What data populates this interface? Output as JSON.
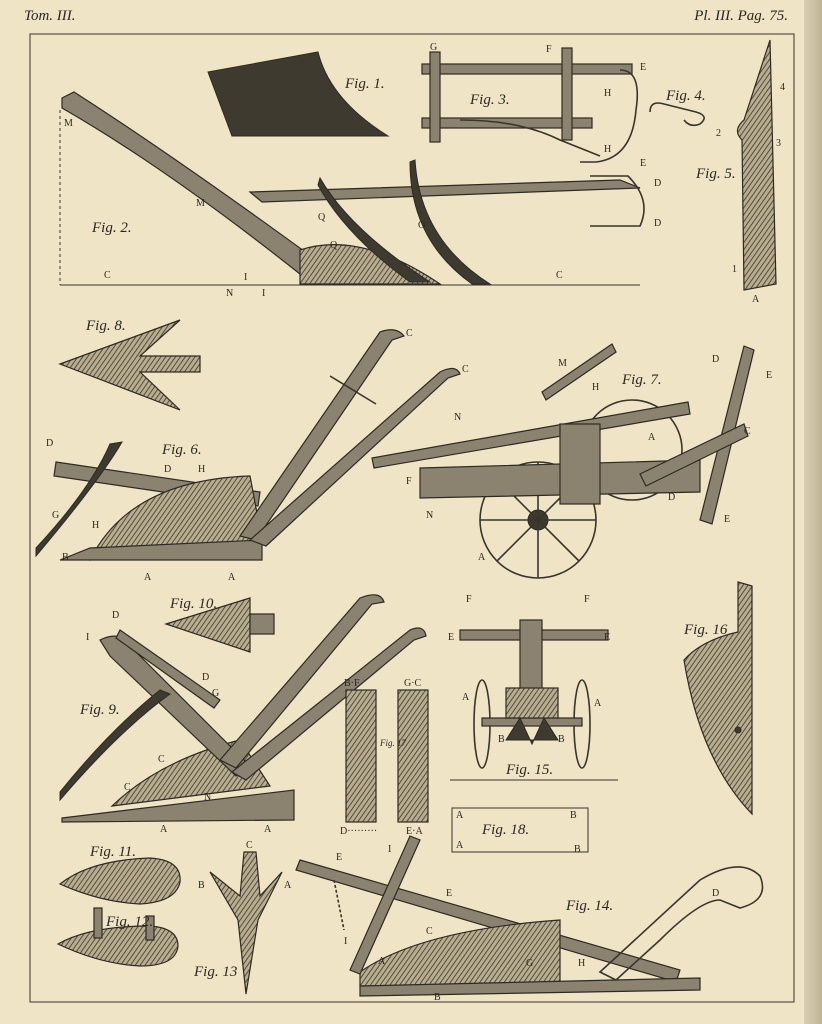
{
  "header": {
    "left": "Tom. III.",
    "right": "Pl. III. Pag. 75."
  },
  "figures": {
    "fig1": "Fig. 1.",
    "fig2": "Fig. 2.",
    "fig3": "Fig. 3.",
    "fig4": "Fig. 4.",
    "fig5": "Fig. 5.",
    "fig6": "Fig. 6.",
    "fig7": "Fig. 7.",
    "fig8": "Fig. 8.",
    "fig9": "Fig. 9.",
    "fig10": "Fig. 10.",
    "fig11": "Fig. 11.",
    "fig12": "Fig. 12.",
    "fig13": "Fig. 13",
    "fig14": "Fig. 14.",
    "fig15": "Fig. 15.",
    "fig16": "Fig. 16",
    "fig17": "Fig. 17",
    "fig18": "Fig. 18."
  },
  "letters": {
    "a": "A",
    "b": "B",
    "c": "C",
    "d": "D",
    "e": "E",
    "f": "F",
    "g": "G",
    "h": "H",
    "i": "I",
    "m": "M",
    "n": "N",
    "o": "O",
    "q": "Q",
    "n1": "1",
    "n2": "2",
    "n3": "3",
    "n4": "4",
    "bf": "B·F",
    "gc": "G·C",
    "d_dots": "D·········",
    "ea": "E·A"
  }
}
